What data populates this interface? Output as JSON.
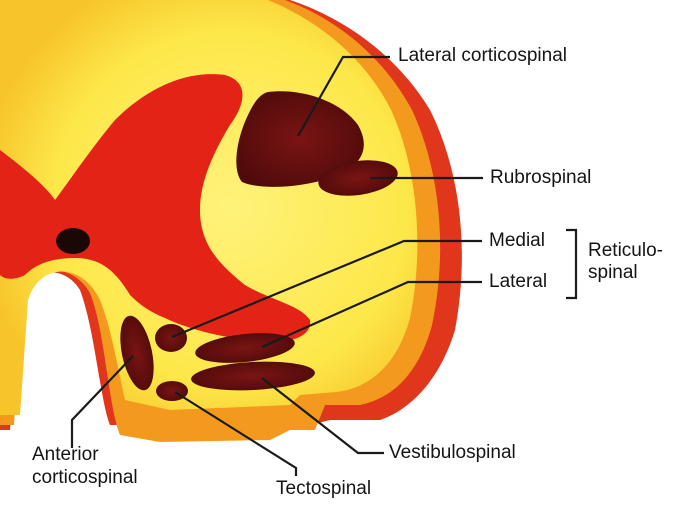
{
  "diagram": {
    "labels": {
      "lateral_corticospinal": "Lateral corticospinal",
      "rubrospinal": "Rubrospinal",
      "medial": "Medial",
      "lateral": "Lateral",
      "reticulo_line1": "Reticulo-",
      "reticulo_line2": "spinal",
      "anterior_line1": "Anterior",
      "anterior_line2": "corticospinal",
      "vestibulospinal": "Vestibulospinal",
      "tectospinal": "Tectospinal"
    },
    "colors": {
      "white_matter_outer": "#f39a1e",
      "white_matter_inner": "#fde84a",
      "grey_matter": "#e42317",
      "tract_fill": "#6b1010",
      "central_canal": "#1a0806",
      "red_edge": "#d9301a",
      "line": "#1a1a1a"
    }
  }
}
